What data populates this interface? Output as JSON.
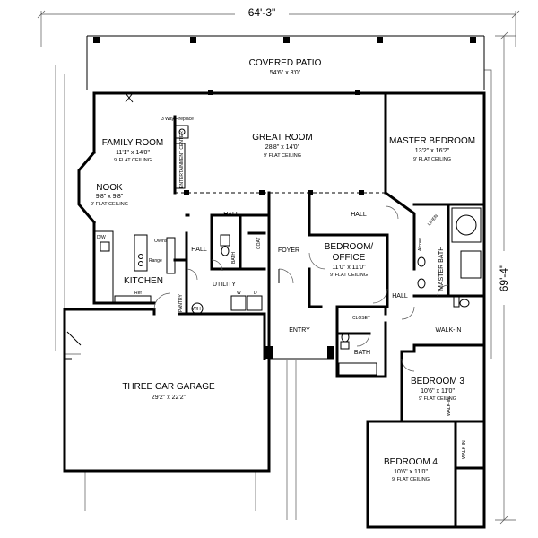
{
  "dimensions": {
    "overall_width": "64'-3\"",
    "overall_depth": "69'-4\""
  },
  "rooms": {
    "covered_patio": {
      "name": "COVERED PATIO",
      "size": "54'6\" x 8'0\""
    },
    "family_room": {
      "name": "FAMILY ROOM",
      "size": "11'1\" x 14'0\"",
      "ceiling": "9' FLAT CEILING"
    },
    "great_room": {
      "name": "GREAT ROOM",
      "size": "28'8\" x 14'0\"",
      "ceiling": "9' FLAT CEILING"
    },
    "master_bedroom": {
      "name": "MASTER BEDROOM",
      "size": "13'2\" x 16'2\"",
      "ceiling": "9' FLAT CEILING"
    },
    "nook": {
      "name": "NOOK",
      "size": "9'8\" x 9'8\"",
      "ceiling": "9' FLAT CEILING"
    },
    "kitchen": {
      "name": "KITCHEN"
    },
    "bedroom_office": {
      "name_line1": "BEDROOM/",
      "name_line2": "OFFICE",
      "size": "11'0\" x 11'0\"",
      "ceiling": "9' FLAT CEILING"
    },
    "garage": {
      "name": "THREE CAR GARAGE",
      "size": "29'2\" x 22'2\""
    },
    "bedroom3": {
      "name": "BEDROOM 3",
      "size": "10'6\" x 11'0\"",
      "ceiling": "9' FLAT CEILING"
    },
    "bedroom4": {
      "name": "BEDROOM 4",
      "size": "10'6\" x 11'0\"",
      "ceiling": "9' FLAT CEILING"
    }
  },
  "labels": {
    "fireplace": "3 Way Fireplace",
    "entertainment_center": "ENTERTAINMENT CENTER",
    "hall_left": "HALL",
    "hall_right": "HALL",
    "hall_side": "HALL",
    "hall_east": "HALL",
    "bath_center": "BATH",
    "coat": "COAT",
    "foyer": "FOYER",
    "utility": "UTILITY",
    "pantry": "PANTRY",
    "entry": "ENTRY",
    "closet": "CLOSET",
    "bath_hall": "BATH",
    "master_bath": "MASTER BATH",
    "linen": "LINEN",
    "alcove": "Alcove",
    "walk_in_master": "WALK-IN",
    "walk_in_bed3": "WALK-IN",
    "walk_in_bed4": "WALK-IN",
    "dw": "D/W",
    "oven": "Ovens",
    "range": "Range",
    "ref": "Ref",
    "washer": "W",
    "dryer": "D",
    "water_heater": "W/H"
  }
}
